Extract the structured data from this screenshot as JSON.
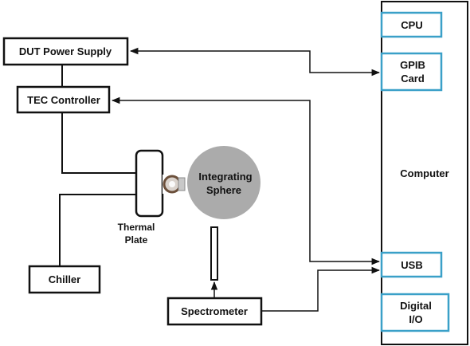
{
  "colors": {
    "line": "#111111",
    "cpu_border": "#3aa0c8",
    "sphere": "#ababab",
    "lens_ring": "#6b4f3a",
    "background": "#ffffff"
  },
  "boxes": {
    "dut_power_supply": "DUT Power Supply",
    "tec_controller": "TEC Controller",
    "chiller": "Chiller",
    "spectrometer": "Spectrometer"
  },
  "thermal_plate": {
    "line1": "Thermal",
    "line2": "Plate"
  },
  "integrating_sphere": {
    "line1": "Integrating",
    "line2": "Sphere"
  },
  "computer": {
    "title": "Computer",
    "cpu": "CPU",
    "gpib": {
      "line1": "GPIB",
      "line2": "Card"
    },
    "usb": "USB",
    "digital_io": {
      "line1": "Digital",
      "line2": "I/O"
    }
  },
  "icons": {
    "arrowhead": "arrowhead-icon",
    "led_device": "led-device-icon"
  }
}
